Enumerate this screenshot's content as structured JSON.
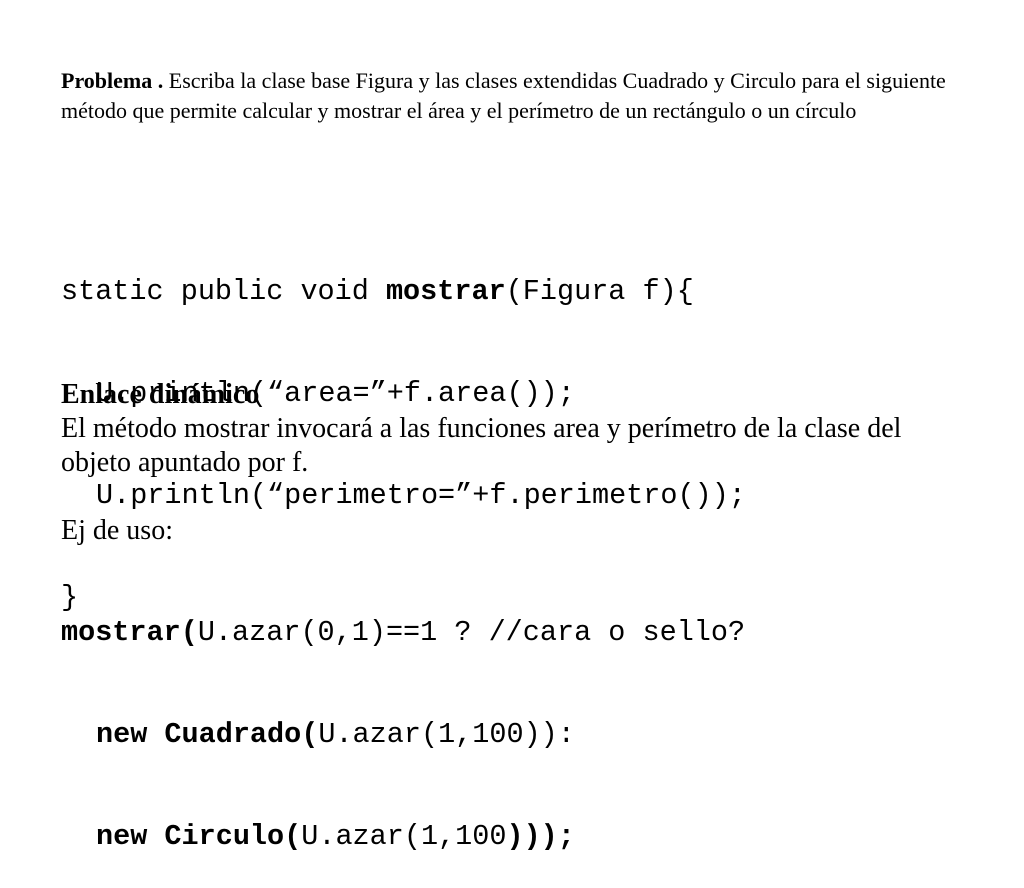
{
  "problem": {
    "label": "Problema .",
    "text": " Escriba la clase base Figura y las clases extendidas Cuadrado y Circulo para el siguiente método que  permite calcular y mostrar el área y el perímetro de un rectángulo o un círculo"
  },
  "code": {
    "line1_prefix": "static public void ",
    "line1_method": "mostrar",
    "line1_suffix": "(Figura f){",
    "line2": "U.println(“area=”+f.area());",
    "line3": "U.println(“perimetro=”+f.perimetro());",
    "line4": "}"
  },
  "section": {
    "title": "Enlace dinámico",
    "text": "El método mostrar invocará a las funciones area y perímetro de la clase del objeto apuntado por f."
  },
  "example": {
    "label": "Ej de uso:",
    "line1_bold": "mostrar(",
    "line1_rest": "U.azar(0,1)==1 ? //cara o sello?",
    "line2_bold": "new Cuadrado(",
    "line2_rest": "U.azar(1,100)):",
    "line3_bold": "new Circulo(",
    "line3_mid": "U.azar(1,100",
    "line3_end": ")));"
  }
}
